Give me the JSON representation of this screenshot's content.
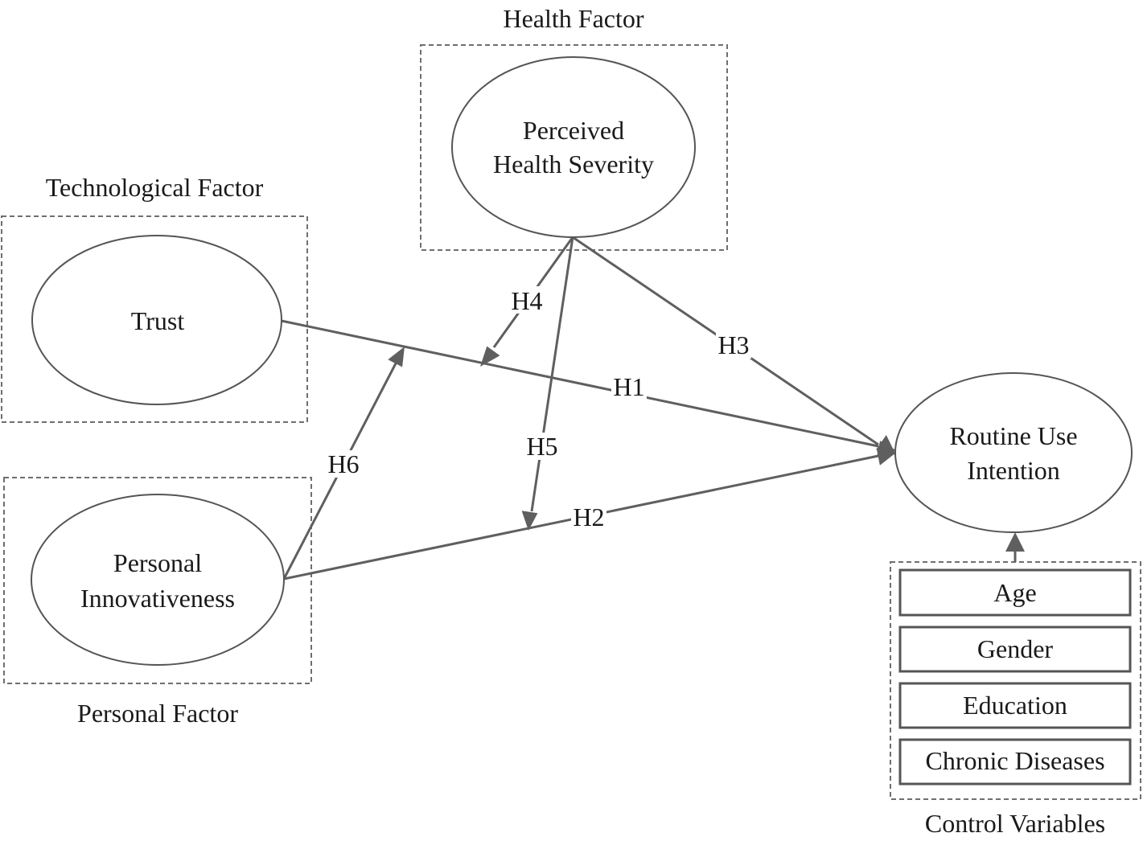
{
  "groups": {
    "health": "Health Factor",
    "technological": "Technological Factor",
    "personal": "Personal Factor",
    "control": "Control Variables"
  },
  "constructs": {
    "health_severity": {
      "line1": "Perceived",
      "line2": "Health Severity"
    },
    "trust": "Trust",
    "innovativeness": {
      "line1": "Personal",
      "line2": "Innovativeness"
    },
    "routine_use": {
      "line1": "Routine Use",
      "line2": "Intention"
    }
  },
  "controls": [
    "Age",
    "Gender",
    "Education",
    "Chronic Diseases"
  ],
  "hypotheses": {
    "h1": "H1",
    "h2": "H2",
    "h3": "H3",
    "h4": "H4",
    "h5": "H5",
    "h6": "H6"
  },
  "colors": {
    "line": "#5f5f5f",
    "border": "#555555",
    "text": "#1a1a1a"
  }
}
